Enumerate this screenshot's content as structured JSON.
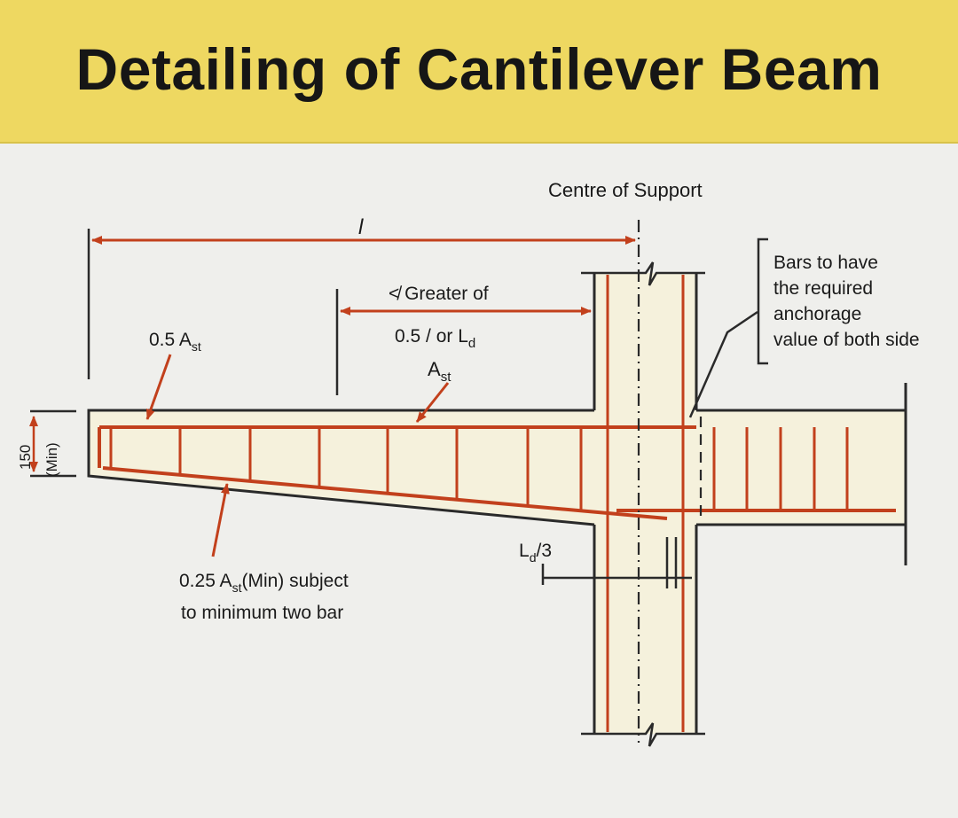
{
  "title": "Detailing of Cantilever Beam",
  "colors": {
    "banner": "#eed861",
    "background": "#efefec",
    "concrete_fill": "#f5f1dc",
    "steel": "#c2401c",
    "outline": "#2a2a2a",
    "text": "#1a1a1a"
  },
  "labels": {
    "centre_of_support": "Centre of Support",
    "span_symbol": "l",
    "greater_of_prefix": "≮ Greater of",
    "half_l_or_ld": "0.5 / or L",
    "ld_sub": "d",
    "top_ast_main": "A",
    "top_ast_sub": "st",
    "half_ast_main": "0.5 A",
    "half_ast_sub": "st",
    "bars_note": [
      "Bars to have",
      "the required",
      "anchorage",
      "value of both side"
    ],
    "quarter_ast_main": "0.25 A",
    "quarter_ast_sub": "st",
    "quarter_ast_rest": "(Min) subject",
    "min_two_bar": "to minimum two bar",
    "ld3_main": "L",
    "ld3_sub": "d",
    "ld3_rest": "/3",
    "depth_value": "150",
    "depth_min": "(Min)"
  }
}
